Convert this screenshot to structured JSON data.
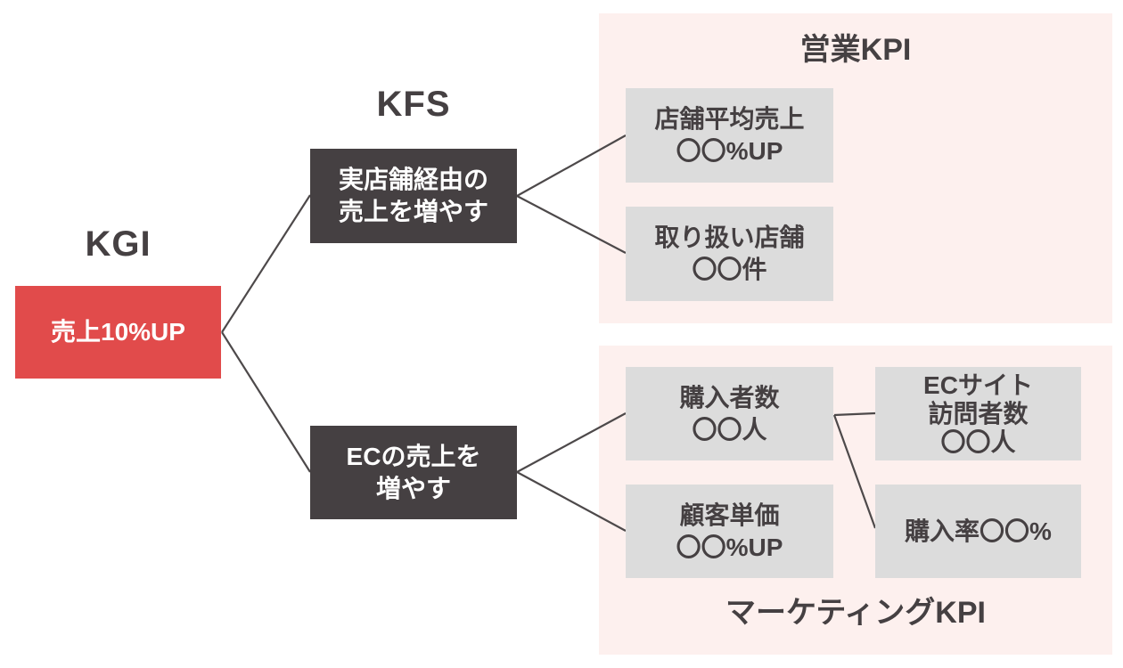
{
  "colors": {
    "kgi_box": "#e14b4b",
    "kfs_box": "#454042",
    "kpi_box": "#dcdcdc",
    "panel_bg": "#fdf0ee",
    "text_dark": "#454042",
    "text_light": "#ffffff",
    "connector": "#4d494a",
    "canvas_bg": "#ffffff"
  },
  "columns": {
    "kgi_label": "KGI",
    "kfs_label": "KFS"
  },
  "kgi": {
    "goal": "売上10%UP"
  },
  "kfs": {
    "factors": [
      "実店舗経由の\n売上を増やす",
      "ECの売上を\n増やす"
    ]
  },
  "panels": {
    "sales": {
      "title": "営業KPI",
      "kpis": [
        "店舗平均売上\n〇〇%UP",
        "取り扱い店舗\n〇〇件"
      ]
    },
    "marketing": {
      "title": "マーケティングKPI",
      "kpis": [
        "購入者数\n〇〇人",
        "顧客単価\n〇〇%UP",
        "ECサイト\n訪問者数\n〇〇人",
        "購入率〇〇%"
      ]
    }
  }
}
